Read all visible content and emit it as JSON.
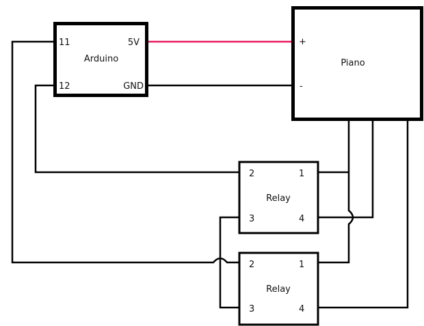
{
  "diagram": {
    "type": "wiring-schematic",
    "colors": {
      "power_wire": "#e8175d",
      "wire": "#000000"
    },
    "components": {
      "arduino": {
        "label": "Arduino",
        "pins": {
          "p11": "11",
          "p5v": "5V",
          "p12": "12",
          "gnd": "GND"
        }
      },
      "piano": {
        "label": "Piano",
        "pins": {
          "plus": "+",
          "minus": "-"
        }
      },
      "relay1": {
        "label": "Relay",
        "pins": {
          "p1": "1",
          "p2": "2",
          "p3": "3",
          "p4": "4"
        }
      },
      "relay2": {
        "label": "Relay",
        "pins": {
          "p1": "1",
          "p2": "2",
          "p3": "3",
          "p4": "4"
        }
      }
    },
    "connections": [
      {
        "from": "Arduino 5V",
        "to": "Piano +",
        "color": "power"
      },
      {
        "from": "Arduino GND",
        "to": "Piano -"
      },
      {
        "from": "Arduino 12",
        "to": "Relay1 2"
      },
      {
        "from": "Arduino 11",
        "to": "Relay2 2"
      },
      {
        "from": "Relay1 1",
        "to": "Piano wire A"
      },
      {
        "from": "Relay2 1",
        "to": "Piano wire A"
      },
      {
        "from": "Relay1 4",
        "to": "Piano wire B"
      },
      {
        "from": "Relay2 4",
        "to": "Piano wire C"
      },
      {
        "from": "Relay1 3",
        "to": "Relay2 3"
      }
    ]
  }
}
